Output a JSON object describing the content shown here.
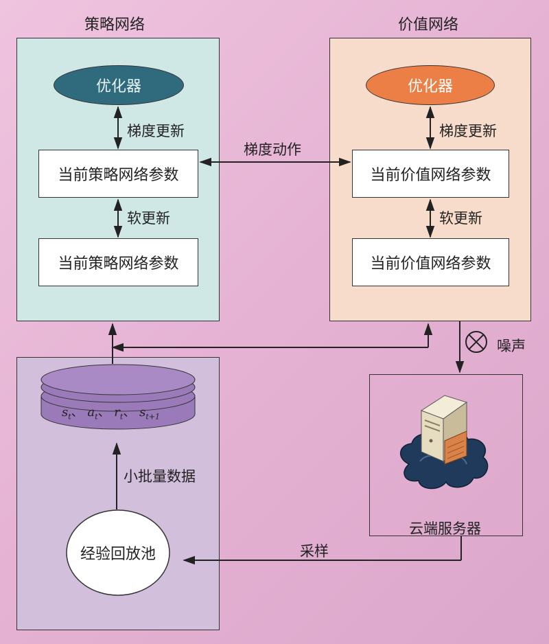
{
  "policy": {
    "title": "策略网络",
    "optimizer": "优化器",
    "grad_update": "梯度更新",
    "params_top": "当前策略网络参数",
    "soft_update": "软更新",
    "params_bottom": "当前策略网络参数"
  },
  "value": {
    "title": "价值网络",
    "optimizer": "优化器",
    "grad_update": "梯度更新",
    "params_top": "当前价值网络参数",
    "soft_update": "软更新",
    "params_bottom": "当前价值网络参数"
  },
  "grad_action": "梯度动作",
  "noise": "噪声",
  "replay": {
    "record": {
      "s": "s",
      "t": "t",
      "a": "a",
      "r": "r",
      "t1": "t+1",
      "sep": "、"
    },
    "minibatch": "小批量数据",
    "pool": "经验回放池"
  },
  "cloud": {
    "label": "云端服务器",
    "sampling": "采样"
  },
  "colors": {
    "policy_panel": "#cfe8e6",
    "value_panel": "#f7dccb",
    "replay_panel": "#d2bfdc",
    "policy_optimizer": "#2f6b7c",
    "value_optimizer": "#ec7f45",
    "disc": "#9a7ab8"
  }
}
